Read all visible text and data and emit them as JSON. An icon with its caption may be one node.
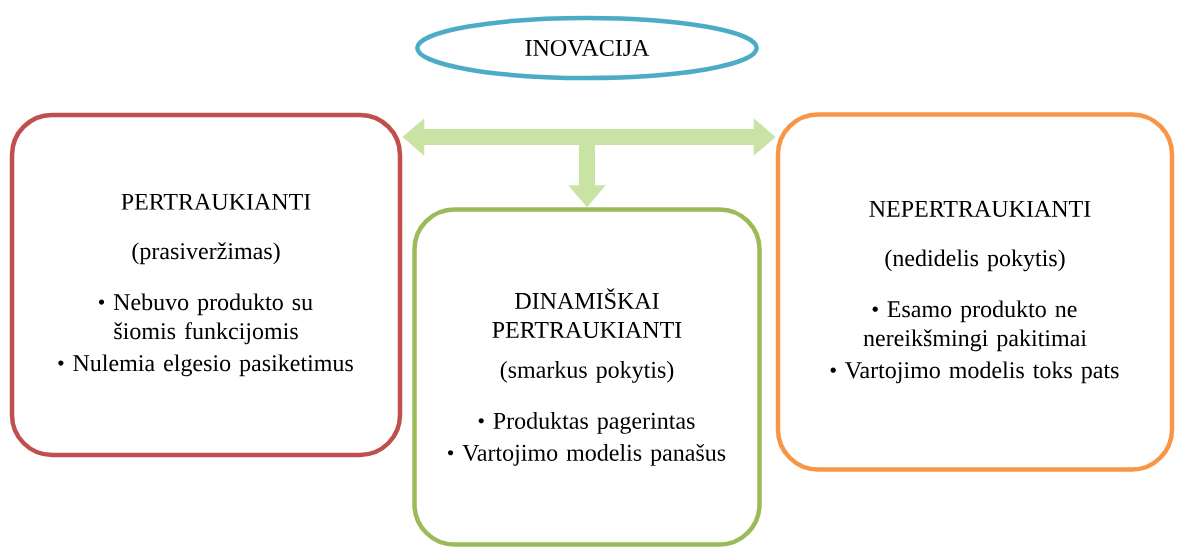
{
  "diagram": {
    "nodes": [
      {
        "text": [
          "INOVACIJA"
        ]
      },
      {
        "text": [
          "PERTRAUKIANTI",
          "(prasiveržimas)",
          "Nebuvo produkto su šiomis funkcijomis",
          "Nulemia elgesio pasiketimus"
        ]
      },
      {
        "text": [
          "DINAMIŠKAI PERTRAUKIANTI",
          "(smarkus pokytis)",
          "Produktas pagerintas",
          "Vartojimo modelis panašus"
        ]
      },
      {
        "text": [
          "NEPERTRAUKIANTI",
          "(nedidelis pokytis)",
          "Esamo produkto ne nereikšmingi pakitimai",
          "Vartojimo modelis toks pats"
        ]
      }
    ],
    "edges": [
      {
        "from": null,
        "to": 1,
        "arrow": "to"
      },
      {
        "from": null,
        "to": 3,
        "arrow": "to"
      },
      {
        "from": null,
        "to": 2,
        "arrow": "to"
      }
    ]
  }
}
